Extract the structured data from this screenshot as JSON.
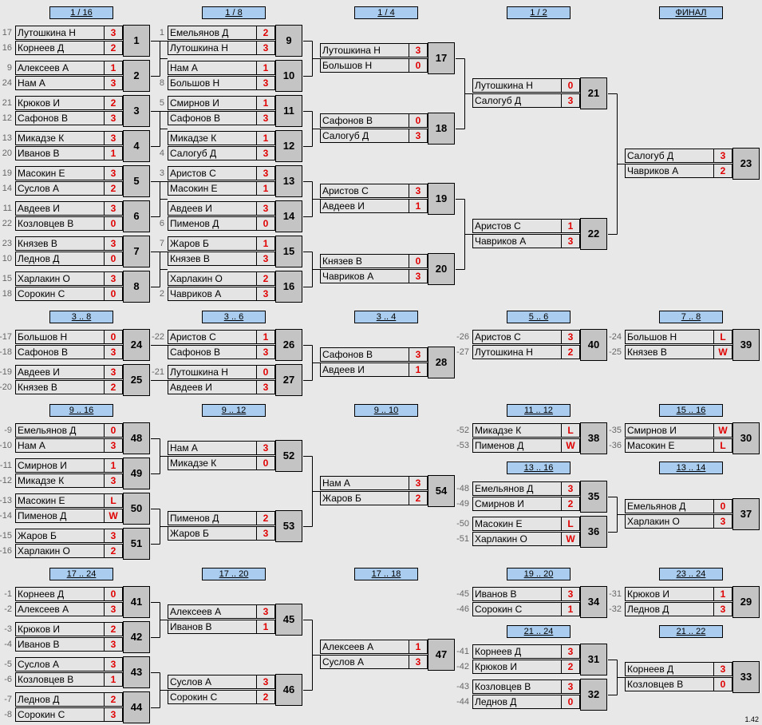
{
  "version": "1.42",
  "headers": [
    "1 / 16",
    "1 / 8",
    "1 / 4",
    "1 / 2",
    "ФИНАЛ",
    "3 .. 8",
    "3 .. 6",
    "3 .. 4",
    "5 .. 6",
    "7 .. 8",
    "9 .. 16",
    "9 .. 12",
    "9 .. 10",
    "11 .. 12",
    "15 .. 16",
    "13 .. 16",
    "13 .. 14",
    "17 .. 24",
    "17 .. 20",
    "17 .. 18",
    "19 .. 20",
    "23 .. 24",
    "21 .. 24",
    "21 .. 22"
  ],
  "matches": [
    {
      "num": "1",
      "p1": "Лутошкина Н",
      "s1": "3",
      "p2": "Корнеев Д",
      "s2": "2",
      "seed1": "17",
      "seed2": "16"
    },
    {
      "num": "2",
      "p1": "Алексеев А",
      "s1": "1",
      "p2": "Нам А",
      "s2": "3",
      "seed1": "9",
      "seed2": "24"
    },
    {
      "num": "3",
      "p1": "Крюков И",
      "s1": "2",
      "p2": "Сафонов В",
      "s2": "3",
      "seed1": "21",
      "seed2": "12"
    },
    {
      "num": "4",
      "p1": "Микадзе К",
      "s1": "3",
      "p2": "Иванов В",
      "s2": "1",
      "seed1": "13",
      "seed2": "20"
    },
    {
      "num": "5",
      "p1": "Масокин Е",
      "s1": "3",
      "p2": "Суслов А",
      "s2": "2",
      "seed1": "19",
      "seed2": "14"
    },
    {
      "num": "6",
      "p1": "Авдеев И",
      "s1": "3",
      "p2": "Козловцев В",
      "s2": "0",
      "seed1": "11",
      "seed2": "22"
    },
    {
      "num": "7",
      "p1": "Князев В",
      "s1": "3",
      "p2": "Леднов Д",
      "s2": "0",
      "seed1": "23",
      "seed2": "10"
    },
    {
      "num": "8",
      "p1": "Харлакин О",
      "s1": "3",
      "p2": "Сорокин С",
      "s2": "0",
      "seed1": "15",
      "seed2": "18"
    },
    {
      "num": "9",
      "p1": "Емельянов Д",
      "s1": "2",
      "p2": "Лутошкина Н",
      "s2": "3",
      "seed1": "1",
      "seed2": ""
    },
    {
      "num": "10",
      "p1": "Нам А",
      "s1": "1",
      "p2": "Большов Н",
      "s2": "3",
      "seed1": "",
      "seed2": "8"
    },
    {
      "num": "11",
      "p1": "Смирнов И",
      "s1": "1",
      "p2": "Сафонов В",
      "s2": "3",
      "seed1": "5",
      "seed2": ""
    },
    {
      "num": "12",
      "p1": "Микадзе К",
      "s1": "1",
      "p2": "Салогуб Д",
      "s2": "3",
      "seed1": "",
      "seed2": "4"
    },
    {
      "num": "13",
      "p1": "Аристов С",
      "s1": "3",
      "p2": "Масокин Е",
      "s2": "1",
      "seed1": "3",
      "seed2": ""
    },
    {
      "num": "14",
      "p1": "Авдеев И",
      "s1": "3",
      "p2": "Пименов Д",
      "s2": "0",
      "seed1": "",
      "seed2": "6"
    },
    {
      "num": "15",
      "p1": "Жаров Б",
      "s1": "1",
      "p2": "Князев В",
      "s2": "3",
      "seed1": "7",
      "seed2": ""
    },
    {
      "num": "16",
      "p1": "Харлакин О",
      "s1": "2",
      "p2": "Чавриков А",
      "s2": "3",
      "seed1": "",
      "seed2": "2"
    },
    {
      "num": "17",
      "p1": "Лутошкина Н",
      "s1": "3",
      "p2": "Большов Н",
      "s2": "0",
      "seed1": "",
      "seed2": ""
    },
    {
      "num": "18",
      "p1": "Сафонов В",
      "s1": "0",
      "p2": "Салогуб Д",
      "s2": "3",
      "seed1": "",
      "seed2": ""
    },
    {
      "num": "19",
      "p1": "Аристов С",
      "s1": "3",
      "p2": "Авдеев И",
      "s2": "1",
      "seed1": "",
      "seed2": ""
    },
    {
      "num": "20",
      "p1": "Князев В",
      "s1": "0",
      "p2": "Чавриков А",
      "s2": "3",
      "seed1": "",
      "seed2": ""
    },
    {
      "num": "21",
      "p1": "Лутошкина Н",
      "s1": "0",
      "p2": "Салогуб Д",
      "s2": "3",
      "seed1": "",
      "seed2": ""
    },
    {
      "num": "22",
      "p1": "Аристов С",
      "s1": "1",
      "p2": "Чавриков А",
      "s2": "3",
      "seed1": "",
      "seed2": ""
    },
    {
      "num": "23",
      "p1": "Салогуб Д",
      "s1": "3",
      "p2": "Чавриков А",
      "s2": "2",
      "seed1": "",
      "seed2": ""
    },
    {
      "num": "24",
      "p1": "Большов Н",
      "s1": "0",
      "p2": "Сафонов В",
      "s2": "3",
      "seed1": "-17",
      "seed2": "-18"
    },
    {
      "num": "25",
      "p1": "Авдеев И",
      "s1": "3",
      "p2": "Князев В",
      "s2": "2",
      "seed1": "-19",
      "seed2": "-20"
    },
    {
      "num": "26",
      "p1": "Аристов С",
      "s1": "1",
      "p2": "Сафонов В",
      "s2": "3",
      "seed1": "-22",
      "seed2": ""
    },
    {
      "num": "27",
      "p1": "Лутошкина Н",
      "s1": "0",
      "p2": "Авдеев И",
      "s2": "3",
      "seed1": "-21",
      "seed2": ""
    },
    {
      "num": "28",
      "p1": "Сафонов В",
      "s1": "3",
      "p2": "Авдеев И",
      "s2": "1",
      "seed1": "",
      "seed2": ""
    },
    {
      "num": "40",
      "p1": "Аристов С",
      "s1": "3",
      "p2": "Лутошкина Н",
      "s2": "2",
      "seed1": "-26",
      "seed2": "-27"
    },
    {
      "num": "39",
      "p1": "Большов Н",
      "s1": "L",
      "p2": "Князев В",
      "s2": "W",
      "seed1": "-24",
      "seed2": "-25"
    },
    {
      "num": "48",
      "p1": "Емельянов Д",
      "s1": "0",
      "p2": "Нам А",
      "s2": "3",
      "seed1": "-9",
      "seed2": "-10"
    },
    {
      "num": "49",
      "p1": "Смирнов И",
      "s1": "1",
      "p2": "Микадзе К",
      "s2": "3",
      "seed1": "-11",
      "seed2": "-12"
    },
    {
      "num": "50",
      "p1": "Масокин Е",
      "s1": "L",
      "p2": "Пименов Д",
      "s2": "W",
      "seed1": "-13",
      "seed2": "-14"
    },
    {
      "num": "51",
      "p1": "Жаров Б",
      "s1": "3",
      "p2": "Харлакин О",
      "s2": "2",
      "seed1": "-15",
      "seed2": "-16"
    },
    {
      "num": "52",
      "p1": "Нам А",
      "s1": "3",
      "p2": "Микадзе К",
      "s2": "0",
      "seed1": "",
      "seed2": ""
    },
    {
      "num": "53",
      "p1": "Пименов Д",
      "s1": "2",
      "p2": "Жаров Б",
      "s2": "3",
      "seed1": "",
      "seed2": ""
    },
    {
      "num": "54",
      "p1": "Нам А",
      "s1": "3",
      "p2": "Жаров Б",
      "s2": "2",
      "seed1": "",
      "seed2": ""
    },
    {
      "num": "38",
      "p1": "Микадзе К",
      "s1": "L",
      "p2": "Пименов Д",
      "s2": "W",
      "seed1": "-52",
      "seed2": "-53"
    },
    {
      "num": "30",
      "p1": "Смирнов И",
      "s1": "W",
      "p2": "Масокин Е",
      "s2": "L",
      "seed1": "-35",
      "seed2": "-36"
    },
    {
      "num": "35",
      "p1": "Емельянов Д",
      "s1": "3",
      "p2": "Смирнов И",
      "s2": "2",
      "seed1": "-48",
      "seed2": "-49"
    },
    {
      "num": "36",
      "p1": "Масокин Е",
      "s1": "L",
      "p2": "Харлакин О",
      "s2": "W",
      "seed1": "-50",
      "seed2": "-51"
    },
    {
      "num": "37",
      "p1": "Емельянов Д",
      "s1": "0",
      "p2": "Харлакин О",
      "s2": "3",
      "seed1": "",
      "seed2": ""
    },
    {
      "num": "41",
      "p1": "Корнеев Д",
      "s1": "0",
      "p2": "Алексеев А",
      "s2": "3",
      "seed1": "-1",
      "seed2": "-2"
    },
    {
      "num": "42",
      "p1": "Крюков И",
      "s1": "2",
      "p2": "Иванов В",
      "s2": "3",
      "seed1": "-3",
      "seed2": "-4"
    },
    {
      "num": "43",
      "p1": "Суслов А",
      "s1": "3",
      "p2": "Козловцев В",
      "s2": "1",
      "seed1": "-5",
      "seed2": "-6"
    },
    {
      "num": "44",
      "p1": "Леднов Д",
      "s1": "2",
      "p2": "Сорокин С",
      "s2": "3",
      "seed1": "-7",
      "seed2": "-8"
    },
    {
      "num": "45",
      "p1": "Алексеев А",
      "s1": "3",
      "p2": "Иванов В",
      "s2": "1",
      "seed1": "",
      "seed2": ""
    },
    {
      "num": "46",
      "p1": "Суслов А",
      "s1": "3",
      "p2": "Сорокин С",
      "s2": "2",
      "seed1": "",
      "seed2": ""
    },
    {
      "num": "47",
      "p1": "Алексеев А",
      "s1": "1",
      "p2": "Суслов А",
      "s2": "3",
      "seed1": "",
      "seed2": ""
    },
    {
      "num": "34",
      "p1": "Иванов В",
      "s1": "3",
      "p2": "Сорокин С",
      "s2": "1",
      "seed1": "-45",
      "seed2": "-46"
    },
    {
      "num": "29",
      "p1": "Крюков И",
      "s1": "1",
      "p2": "Леднов Д",
      "s2": "3",
      "seed1": "-31",
      "seed2": "-32"
    },
    {
      "num": "31",
      "p1": "Корнеев Д",
      "s1": "3",
      "p2": "Крюков И",
      "s2": "2",
      "seed1": "-41",
      "seed2": "-42"
    },
    {
      "num": "32",
      "p1": "Козловцев В",
      "s1": "3",
      "p2": "Леднов Д",
      "s2": "0",
      "seed1": "-43",
      "seed2": "-44"
    },
    {
      "num": "33",
      "p1": "Корнеев Д",
      "s1": "3",
      "p2": "Козловцев В",
      "s2": "0",
      "seed1": "",
      "seed2": ""
    }
  ]
}
